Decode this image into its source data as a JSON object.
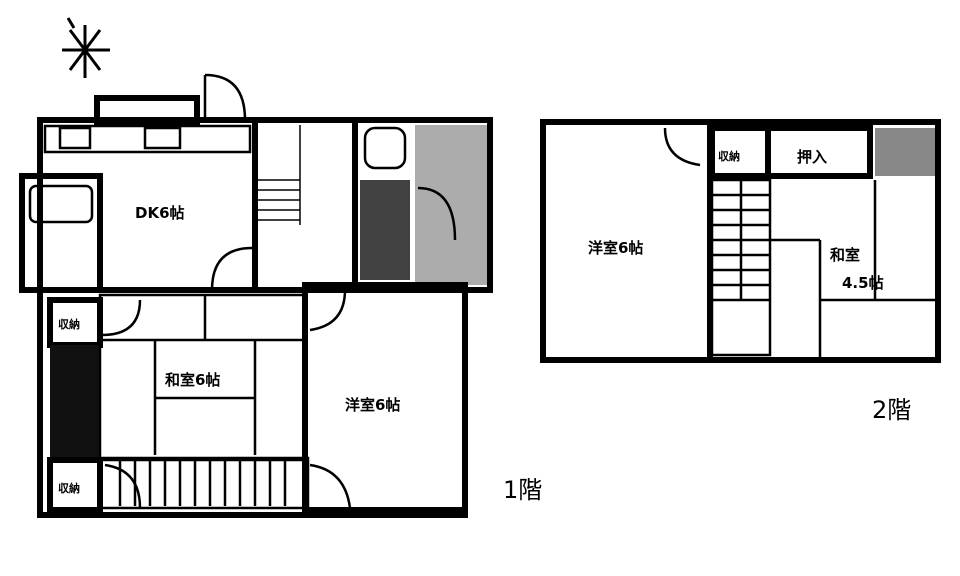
{
  "compass": {
    "icon": "north-star-icon"
  },
  "floor1": {
    "label": "1階",
    "rooms": {
      "dk": "DK6帖",
      "washitsu": "和室6帖",
      "yoshitsu": "洋室6帖",
      "storage_top": "収納",
      "storage_bottom": "収納"
    }
  },
  "floor2": {
    "label": "2階",
    "rooms": {
      "yoshitsu": "洋室6帖",
      "storage": "収納",
      "oshiire": "押入",
      "washitsu": "和室",
      "washitsu_size": "4.5帖"
    }
  }
}
